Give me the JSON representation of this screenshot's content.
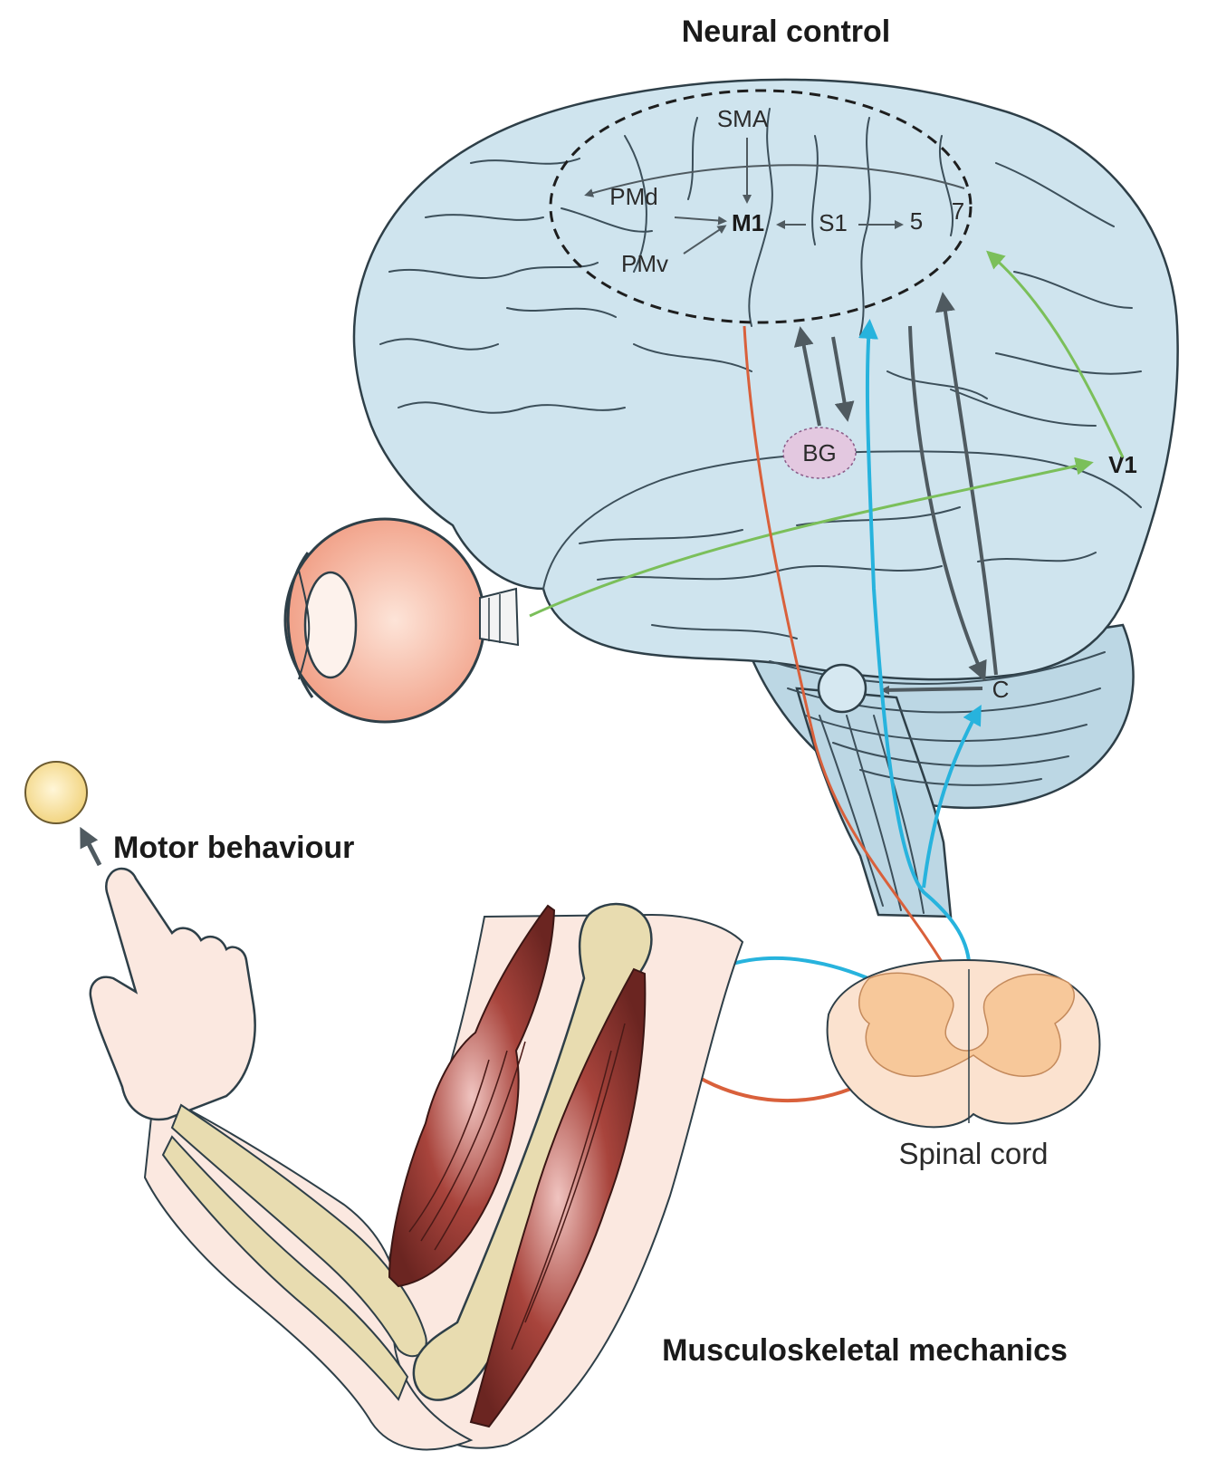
{
  "headings": {
    "neural_control": "Neural control",
    "motor_behaviour": "Motor behaviour",
    "musculoskeletal_mechanics": "Musculoskeletal mechanics"
  },
  "regions": {
    "sma": "SMA",
    "pmd": "PMd",
    "pmv": "PMv",
    "m1": "M1",
    "s1": "S1",
    "area5": "5",
    "area7": "7",
    "bg": "BG",
    "v1": "V1",
    "cerebellum": "C"
  },
  "labels": {
    "spinal_cord": "Spinal cord"
  },
  "colors": {
    "brain": "#cfe4ee",
    "motor_pathway": "#d9603b",
    "sensory_pathway": "#27b3dd",
    "visual_pathway": "#7bbf5a",
    "internal_pathway": "#4f5a60",
    "muscle": "#7a2f2a",
    "bone": "#e8dcb0",
    "spinal_grey": "#f7c89a",
    "bg_nucleus": "#e3c8e0",
    "target": "#f5dd8a",
    "skin": "#fbe8e0"
  },
  "icons": {
    "eye": "eye-icon",
    "target": "target-ball-icon",
    "hand": "pointing-hand-icon"
  }
}
